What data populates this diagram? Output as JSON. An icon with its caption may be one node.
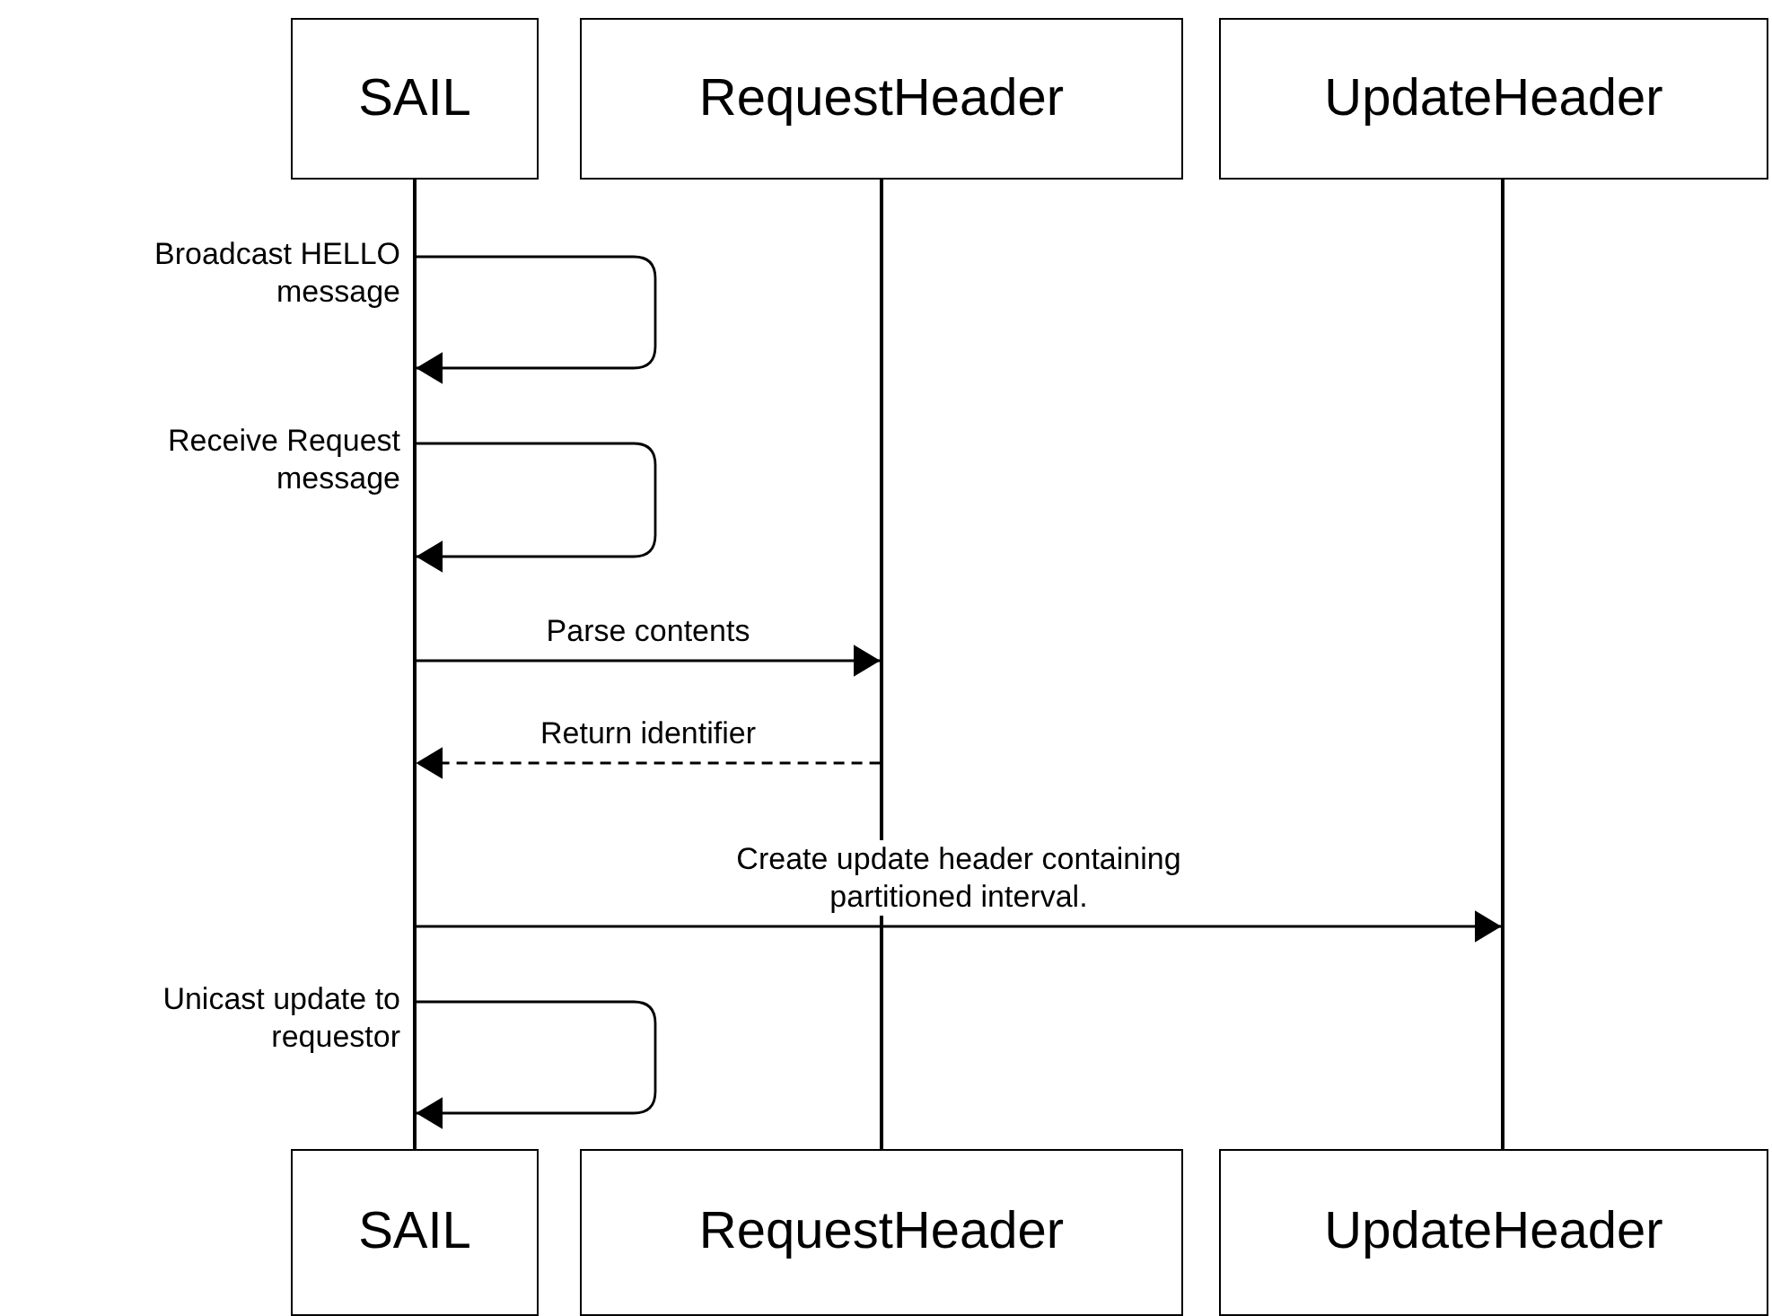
{
  "diagram": {
    "nodes": [
      {
        "text": [
          "SAIL"
        ]
      },
      {
        "text": [
          "RequestHeader"
        ]
      },
      {
        "text": [
          "UpdateHeader"
        ]
      },
      {
        "text": [],
        "shape": "bar"
      },
      {
        "text": [],
        "shape": "bar"
      },
      {
        "text": [],
        "shape": "bar"
      },
      {
        "text": [
          "SAIL"
        ]
      },
      {
        "text": [
          "RequestHeader"
        ]
      },
      {
        "text": [
          "UpdateHeader"
        ]
      }
    ],
    "edges": [
      {
        "from": 3,
        "to": 3,
        "arrow": "to",
        "label": "Broadcast HELLO message"
      },
      {
        "from": 3,
        "to": 3,
        "arrow": "to",
        "label": "Receive Request message"
      },
      {
        "from": 3,
        "to": 4,
        "arrow": "to",
        "label": "Parse contents"
      },
      {
        "from": 4,
        "to": 3,
        "arrow": "to",
        "label": "Return identifier",
        "style": "dashed"
      },
      {
        "from": 3,
        "to": 5,
        "arrow": "to",
        "label": "Create update header containing partitioned interval."
      },
      {
        "from": 3,
        "to": 3,
        "arrow": "to",
        "label": "Unicast update to requestor"
      }
    ]
  }
}
